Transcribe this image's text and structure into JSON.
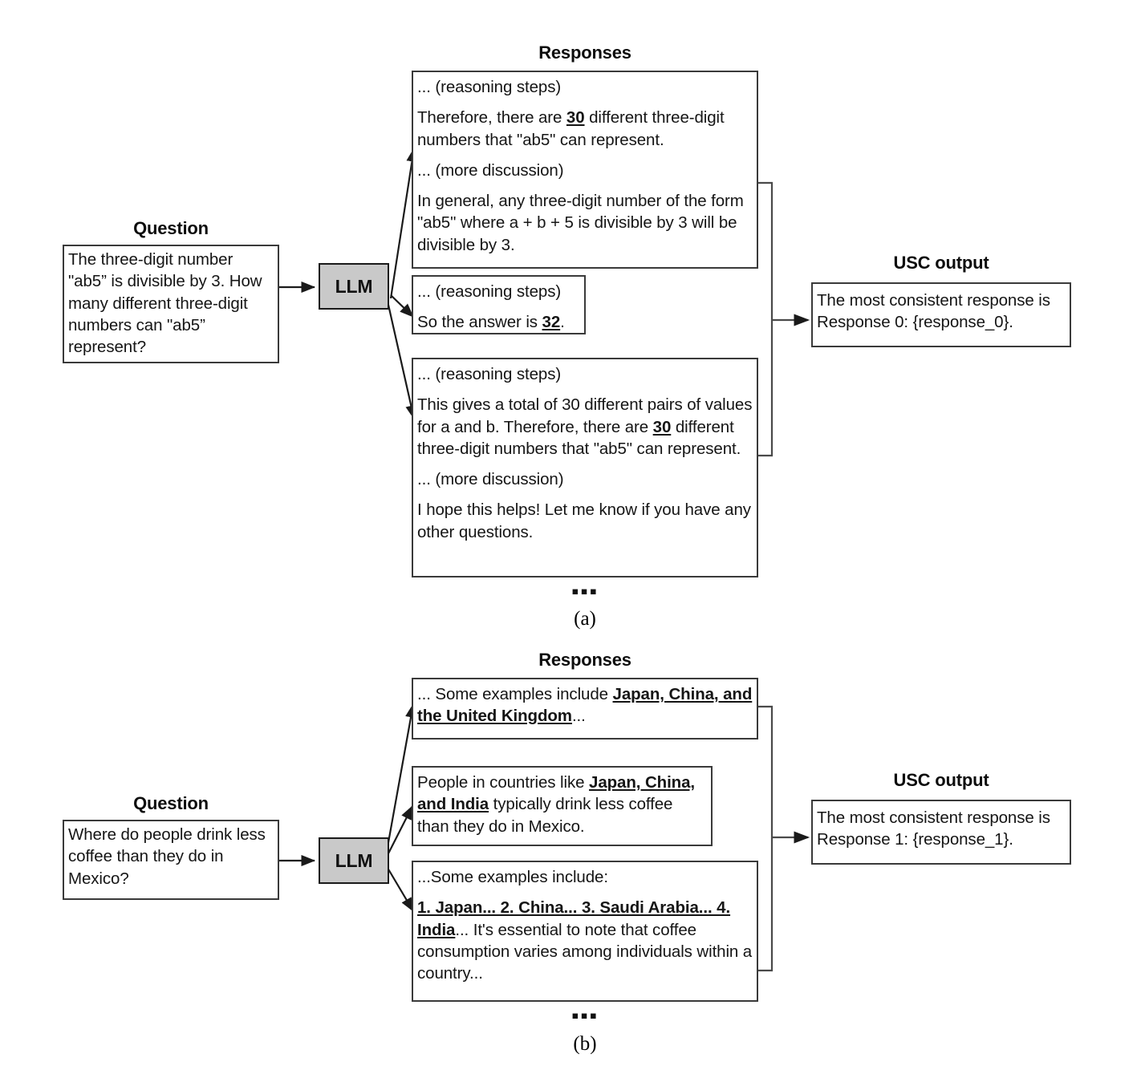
{
  "panels": [
    {
      "id": "a",
      "caption": "(a)",
      "question_label": "Question",
      "responses_label": "Responses",
      "usc_label": "USC output",
      "llm_label": "LLM",
      "ellipsis": "▪▪▪",
      "question_text": "The three-digit number \"ab5” is divisible by 3. How many different three-digit numbers can \"ab5” represent?",
      "responses": [
        {
          "name": "response-0",
          "paragraphs": [
            "... (reasoning steps)",
            "Therefore, there are 30 different three-digit numbers that \"ab5\" can represent.",
            "... (more discussion)",
            "In general, any three-digit number of the form \"ab5\" where a + b + 5 is divisible by 3 will be divisible by 3."
          ],
          "highlight": "30"
        },
        {
          "name": "response-1",
          "paragraphs": [
            "... (reasoning steps)",
            "So the answer is 32."
          ],
          "highlight": "32"
        },
        {
          "name": "response-2",
          "paragraphs": [
            "... (reasoning steps)",
            "This gives a total of 30 different pairs of values for a and b. Therefore, there are 30 different three-digit numbers that \"ab5\" can represent.",
            "... (more discussion)",
            "I hope this helps! Let me know if you have any other questions."
          ],
          "highlight": "30"
        }
      ],
      "usc_output": "The most consistent response is Response 0: {response_0}."
    },
    {
      "id": "b",
      "caption": "(b)",
      "question_label": "Question",
      "responses_label": "Responses",
      "usc_label": "USC output",
      "llm_label": "LLM",
      "ellipsis": "▪▪▪",
      "question_text": "Where do people drink less coffee than they do in Mexico?",
      "responses": [
        {
          "name": "response-0",
          "paragraphs": [
            "... Some examples include Japan, China, and the United Kingdom..."
          ],
          "highlight": "Japan, China, and the United Kingdom"
        },
        {
          "name": "response-1",
          "paragraphs": [
            "People in countries like Japan, China, and India typically drink less coffee than they do in Mexico."
          ],
          "highlight": "Japan, China, and India"
        },
        {
          "name": "response-2",
          "paragraphs": [
            "...Some examples include:",
            "1. Japan... 2. China... 3. Saudi Arabia... 4. India... It's essential to note that coffee consumption varies among individuals within a country..."
          ],
          "highlight": "1. Japan... 2. China... 3. Saudi Arabia... 4. India"
        }
      ],
      "usc_output": "The most consistent response is Response 1: {response_1}."
    }
  ],
  "colors": {
    "llm_fill": "#c9c9c9",
    "box_border": "#3a3a3a",
    "line": "#2b2b2b",
    "background": "#ffffff"
  }
}
